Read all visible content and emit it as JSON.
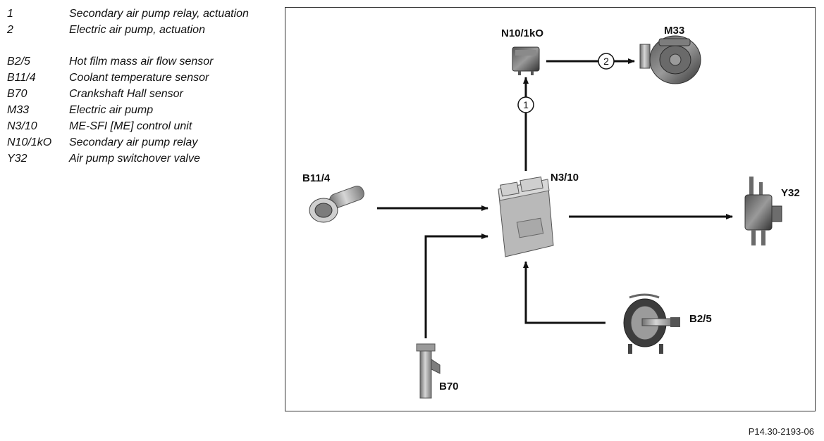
{
  "legend": {
    "signals": [
      {
        "code": "1",
        "desc": "Secondary air pump relay, actuation"
      },
      {
        "code": "2",
        "desc": "Electric air pump, actuation"
      }
    ],
    "components": [
      {
        "code": "B2/5",
        "desc": "Hot film mass air flow sensor"
      },
      {
        "code": "B11/4",
        "desc": "Coolant temperature sensor"
      },
      {
        "code": "B70",
        "desc": "Crankshaft Hall sensor"
      },
      {
        "code": "M33",
        "desc": "Electric air pump"
      },
      {
        "code": "N3/10",
        "desc": "ME-SFI [ME] control unit"
      },
      {
        "code": "N10/1kO",
        "desc": "Secondary air pump relay"
      },
      {
        "code": "Y32",
        "desc": "Air pump switchover valve"
      }
    ]
  },
  "diagram": {
    "labels": {
      "n10": "N10/1kO",
      "m33": "M33",
      "n3": "N3/10",
      "b11": "B11/4",
      "y32": "Y32",
      "b25": "B2/5",
      "b70": "B70"
    },
    "markers": {
      "m1": "1",
      "m2": "2"
    }
  },
  "reference": "P14.30-2193-06"
}
